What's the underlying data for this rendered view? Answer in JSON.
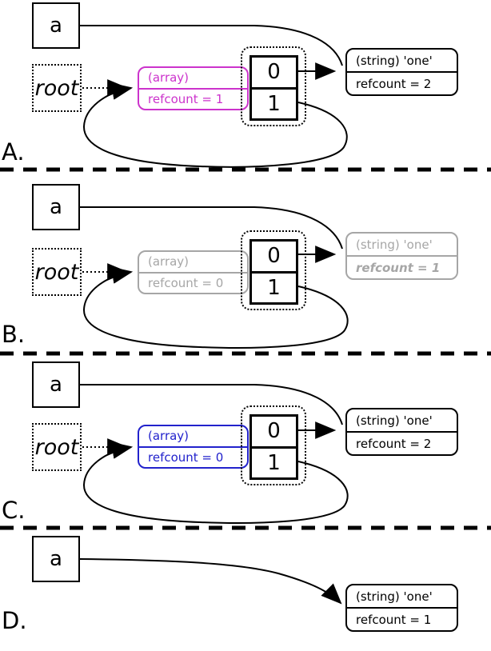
{
  "colors": {
    "suspected_root_highlight": "#cc33cc",
    "marked_gray": "#a6a6a6",
    "scan_highlight_blue": "#2222cc",
    "line_black": "#000000"
  },
  "panels": [
    {
      "label": "A.",
      "variable": "a",
      "root": "root",
      "array": {
        "type": "(array)",
        "refcount": "refcount = 1"
      },
      "slots": [
        "0",
        "1"
      ],
      "string": {
        "type": "(string) 'one'",
        "refcount": "refcount = 2"
      }
    },
    {
      "label": "B.",
      "variable": "a",
      "root": "root",
      "array": {
        "type": "(array)",
        "refcount": "refcount = 0"
      },
      "slots": [
        "0",
        "1"
      ],
      "string": {
        "type": "(string) 'one'",
        "refcount": "refcount = 1"
      }
    },
    {
      "label": "C.",
      "variable": "a",
      "root": "root",
      "array": {
        "type": "(array)",
        "refcount": "refcount = 0"
      },
      "slots": [
        "0",
        "1"
      ],
      "string": {
        "type": "(string) 'one'",
        "refcount": "refcount = 2"
      }
    },
    {
      "label": "D.",
      "variable": "a",
      "string": {
        "type": "(string) 'one'",
        "refcount": "refcount = 1"
      }
    }
  ]
}
